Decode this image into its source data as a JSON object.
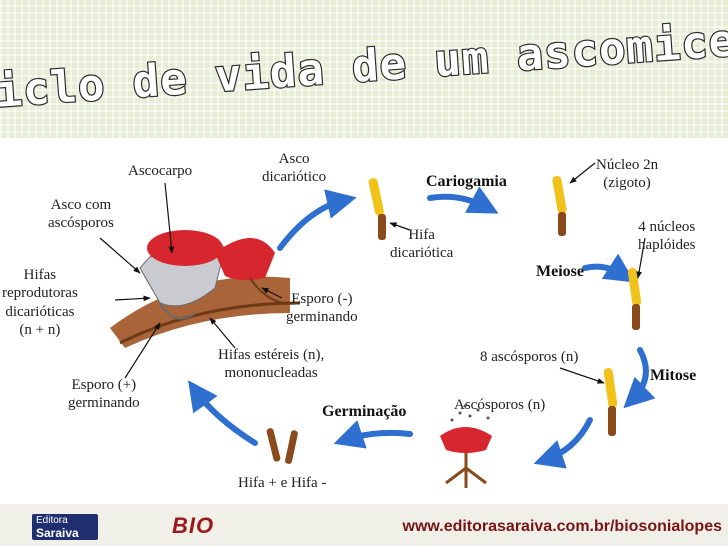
{
  "title": "Ciclo de vida de um ascomiceto",
  "labels": {
    "ascocarpo": "Ascocarpo",
    "asco_dicariotico_1": "Asco",
    "asco_dicariotico_2": "dicariótico",
    "cariogamia": "Cariogamia",
    "nucleo_1": "Núcleo 2n",
    "nucleo_2": "(zigoto)",
    "asco_com_1": "Asco com",
    "asco_com_2": "ascósporos",
    "hifa_dic_1": "Hifa",
    "hifa_dic_2": "dicariótica",
    "quatro_nucleos_1": "4 núcleos",
    "quatro_nucleos_2": "haplóides",
    "hifas_rep_1": "Hifas",
    "hifas_rep_2": "reprodutoras",
    "hifas_rep_3": "dicarióticas",
    "hifas_rep_4": "(n + n)",
    "meiose": "Meiose",
    "esporo_menos_1": "Esporo (-)",
    "esporo_menos_2": "germinando",
    "hifas_est_1": "Hifas estéreis (n),",
    "hifas_est_2": "mononucleadas",
    "oito_ascosporos": "8 ascósporos (n)",
    "mitose": "Mitose",
    "esporo_mais_1": "Esporo (+)",
    "esporo_mais_2": "germinando",
    "germinacao": "Germinação",
    "ascosporos": "Ascósporos (n)",
    "hifa_mais_menos": "Hifa + e Hifa -"
  },
  "footer": {
    "brand_top": "Editora",
    "brand_bottom": "Saraiva",
    "section": "BIO",
    "url": "www.editorasaraiva.com.br/biosonialopes"
  },
  "colors": {
    "title_fill": "#ffffff",
    "title_stroke": "#2b2b2b",
    "arrow": "#2e6fd0",
    "ascocarp_red": "#c8202a",
    "ascus_yellow": "#f1c21a",
    "hypha_brown": "#8a4a1c"
  }
}
